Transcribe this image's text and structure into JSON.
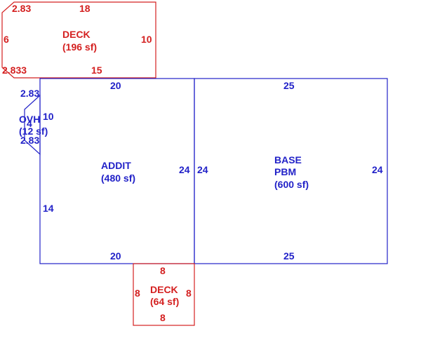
{
  "colors": {
    "deck": "#d42020",
    "house": "#2222c8",
    "background": "#ffffff"
  },
  "areas": {
    "top_deck": {
      "name": "DECK",
      "area": "(196 sf)",
      "dims": {
        "top_left_bevel": "2.83",
        "top": "18",
        "left": "6",
        "right": "10",
        "bottom_left_bevel": "2.833",
        "bottom": "15"
      }
    },
    "addit": {
      "name": "ADDIT",
      "area": "(480 sf)",
      "dims": {
        "top": "20",
        "bottom": "20",
        "right": "24",
        "left": "14"
      }
    },
    "base": {
      "name_line1": "BASE",
      "name_line2": "PBM",
      "area": "(600 sf)",
      "dims": {
        "top": "25",
        "bottom": "25",
        "left": "24",
        "right": "24"
      }
    },
    "bay": {
      "name": "OVH",
      "area": "(12 sf)",
      "dims": {
        "top_bevel": "2.83",
        "bottom_bevel": "2.83",
        "side": "10",
        "inner": "4"
      }
    },
    "bottom_deck": {
      "name": "DECK",
      "area": "(64 sf)",
      "dims": {
        "top": "8",
        "bottom": "8",
        "left": "8",
        "right": "8"
      }
    }
  }
}
